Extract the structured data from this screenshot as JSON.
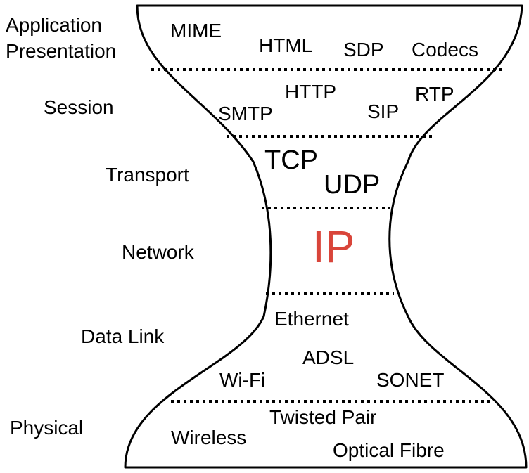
{
  "layers": {
    "application": "Application",
    "presentation": "Presentation",
    "session": "Session",
    "transport": "Transport",
    "network": "Network",
    "data_link": "Data Link",
    "physical": "Physical"
  },
  "protocols": {
    "mime": "MIME",
    "html": "HTML",
    "sdp": "SDP",
    "codecs": "Codecs",
    "http": "HTTP",
    "smtp": "SMTP",
    "sip": "SIP",
    "rtp": "RTP",
    "tcp": "TCP",
    "udp": "UDP",
    "ip": "IP",
    "ethernet": "Ethernet",
    "adsl": "ADSL",
    "wifi": "Wi-Fi",
    "sonet": "SONET",
    "twisted_pair": "Twisted Pair",
    "wireless": "Wireless",
    "optical_fibre": "Optical Fibre"
  },
  "colors": {
    "ip_highlight": "#d9453a",
    "ink": "#000000"
  }
}
